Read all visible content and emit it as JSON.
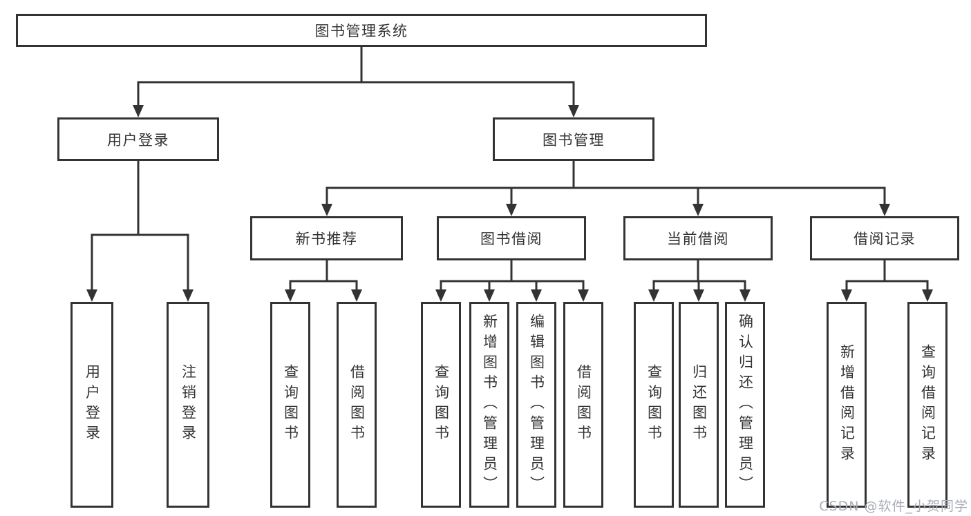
{
  "colors": {
    "line": "#333333",
    "text": "#333333",
    "background": "#ffffff",
    "watermark": "#a9adb8"
  },
  "watermark": "CSDN @软件_小贺同学",
  "tree": {
    "label": "图书管理系统",
    "children": [
      {
        "label": "用户登录",
        "children": [
          {
            "label": "用户登录"
          },
          {
            "label": "注销登录"
          }
        ]
      },
      {
        "label": "图书管理",
        "children": [
          {
            "label": "新书推荐",
            "children": [
              {
                "label": "查询图书"
              },
              {
                "label": "借阅图书"
              }
            ]
          },
          {
            "label": "图书借阅",
            "children": [
              {
                "label": "查询图书"
              },
              {
                "label": "新增图书（管理员）"
              },
              {
                "label": "编辑图书（管理员）"
              },
              {
                "label": "借阅图书"
              }
            ]
          },
          {
            "label": "当前借阅",
            "children": [
              {
                "label": "查询图书"
              },
              {
                "label": "归还图书"
              },
              {
                "label": "确认归还（管理员）"
              }
            ]
          },
          {
            "label": "借阅记录",
            "children": [
              {
                "label": "新增借阅记录"
              },
              {
                "label": "查询借阅记录"
              }
            ]
          }
        ]
      }
    ]
  }
}
